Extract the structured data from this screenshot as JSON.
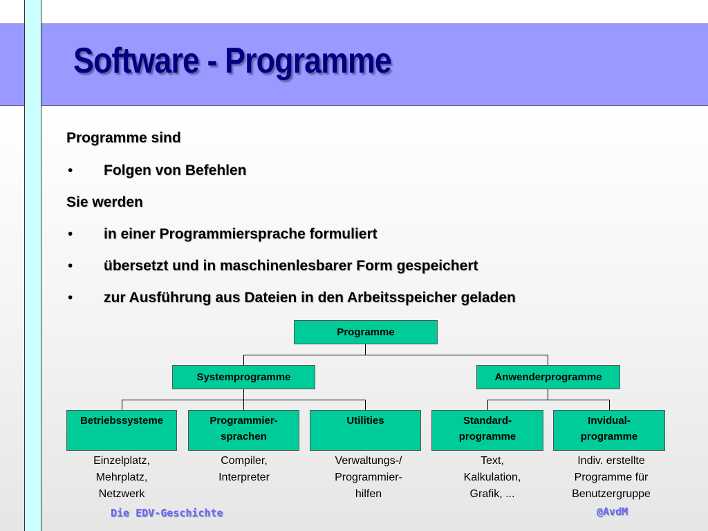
{
  "title": "Software - Programme",
  "content": {
    "heading1": "Programme sind",
    "bullets1": [
      "Folgen von Befehlen"
    ],
    "heading2": "Sie werden",
    "bullets2": [
      "in einer Programmiersprache formuliert",
      "übersetzt und in maschinenlesbarer Form gespeichert",
      "zur Ausführung aus Dateien in den Arbeitsspeicher geladen"
    ],
    "bullet_char": "•"
  },
  "tree": {
    "root": "Programme",
    "level1": [
      "Systemprogramme",
      "Anwenderprogramme"
    ],
    "leaves": [
      {
        "label": "Betriebssysteme",
        "desc": "Einzelplatz,\nMehrplatz,\nNetzwerk"
      },
      {
        "label": "Programmier-\nsprachen",
        "desc": "Compiler,\nInterpreter"
      },
      {
        "label": "Utilities",
        "desc": "Verwaltungs-/\nProgrammier-\nhilfen"
      },
      {
        "label": "Standard-\nprogramme",
        "desc": "Text,\nKalkulation,\nGrafik, ..."
      },
      {
        "label": "Invidual-\nprogramme",
        "desc": "Indiv. erstellte\nProgramme für\nBenutzergruppe"
      }
    ]
  },
  "footer": {
    "left": "Die EDV-Geschichte",
    "right": "@AvdM"
  },
  "colors": {
    "header": "#9999ff",
    "left_bar": "#ccffff",
    "box": "#00cc99",
    "title": "#000080",
    "footer": "#6666ff"
  }
}
